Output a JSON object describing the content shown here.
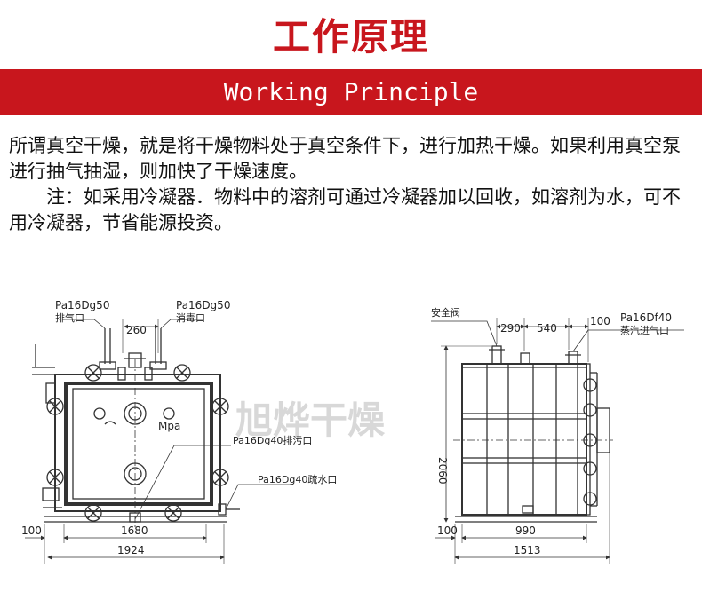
{
  "heading": {
    "title": "工作原理",
    "subtitle": "Working Principle"
  },
  "description": {
    "paragraph1": "所谓真空干燥，就是将干燥物料处于真空条件下，进行加热干燥。如果利用真空泵进行抽气抽湿，则加快了干燥速度。",
    "paragraph2": "　　注：如采用冷凝器．物料中的溶剂可通过冷凝器加以回收，如溶剂为水，可不用冷凝器，节省能源投资。"
  },
  "diagram": {
    "watermark": "旭烨干燥",
    "front_view": {
      "port_exhaust_spec": "Pa16Dg50",
      "port_exhaust_name": "排气口",
      "port_sterilize_spec": "Pa16Dg50",
      "port_sterilize_name": "消毒口",
      "dim_top": "260",
      "gauge_label": "Mpa",
      "port_drain_waste": "Pa16Dg40排污口",
      "port_drain_water": "Pa16Dg40疏水口",
      "dim_left": "100",
      "dim_inner": "1680",
      "dim_total": "1924"
    },
    "side_view": {
      "safety_valve": "安全阀",
      "dim_top1": "290",
      "dim_top2": "540",
      "dim_top3": "100",
      "steam_spec": "Pa16Df40",
      "steam_name": "蒸汽进气口",
      "dim_height": "2060",
      "dim_left": "100",
      "dim_inner": "990",
      "dim_total": "1513"
    }
  }
}
